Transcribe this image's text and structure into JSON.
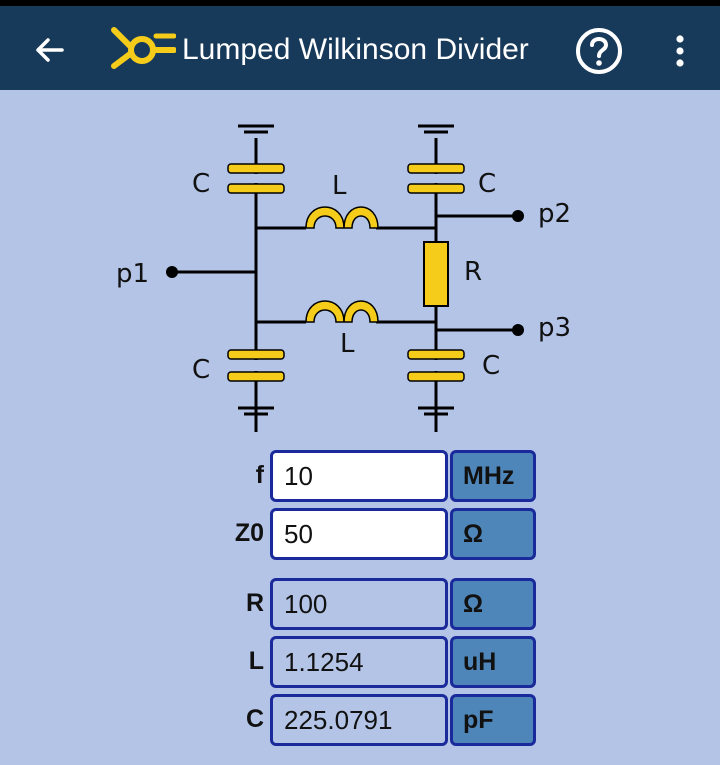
{
  "appbar": {
    "title": "Lumped Wilkinson Divider",
    "icons": [
      "back-arrow-icon",
      "wilkinson-logo-icon",
      "help-icon",
      "more-vert-icon"
    ]
  },
  "schematic": {
    "cap_label": "C",
    "ind_label": "L",
    "res_label": "R",
    "port1": "p1",
    "port2": "p2",
    "port3": "p3"
  },
  "inputs": {
    "f": {
      "label": "f",
      "value": "10",
      "unit": "MHz"
    },
    "z0": {
      "label": "Z0",
      "value": "50",
      "unit": "Ω"
    }
  },
  "outputs": {
    "r": {
      "label": "R",
      "value": "100",
      "unit": "Ω"
    },
    "l": {
      "label": "L",
      "value": "1.1254",
      "unit": "uH"
    },
    "c": {
      "label": "C",
      "value": "225.0791",
      "unit": "pF"
    }
  },
  "colors": {
    "appbar": "#183a5a",
    "background": "#b3c4e6",
    "component": "#f5cc1a",
    "unit_button": "#4f86b9",
    "field_border": "#1a2a9a"
  }
}
